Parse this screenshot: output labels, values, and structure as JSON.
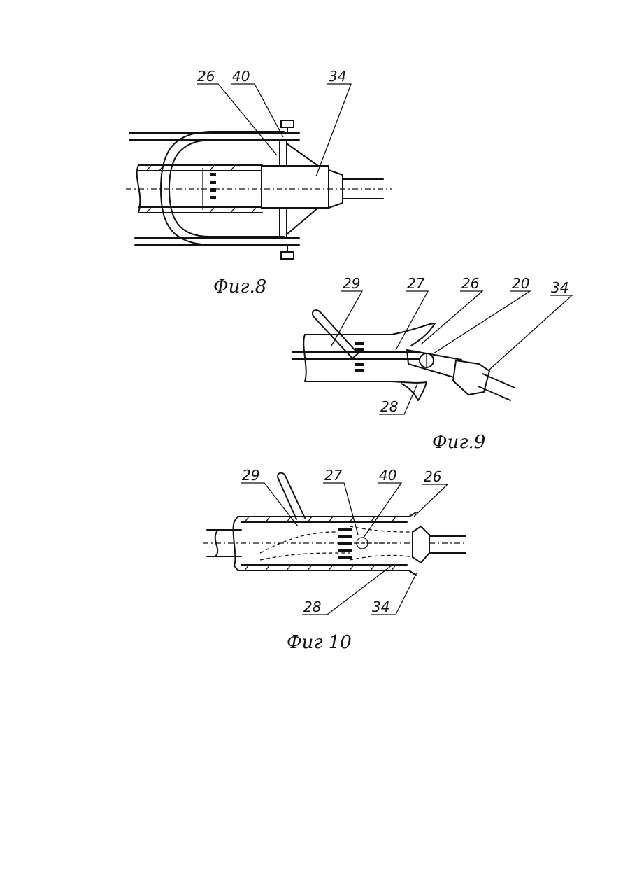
{
  "figures": [
    {
      "caption": "Фиг.8",
      "labels": [
        "26",
        "40",
        "34"
      ]
    },
    {
      "caption": "Фиг.9",
      "labels": [
        "29",
        "27",
        "26",
        "20",
        "34",
        "28"
      ]
    },
    {
      "caption": "Фиг 10",
      "labels": [
        "29",
        "27",
        "40",
        "26",
        "28",
        "34"
      ]
    }
  ]
}
